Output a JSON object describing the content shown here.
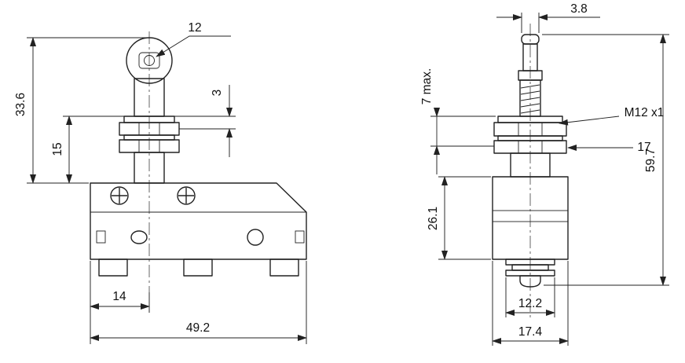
{
  "colors": {
    "line": "#222222",
    "body_fill": "#b3b3b3",
    "band_fill": "#9a9a9a",
    "part_fill": "#e3e3e3",
    "roller_fill": "#cfcfcf",
    "background": "#ffffff"
  },
  "front_view": {
    "dims": {
      "roller_pin": "12",
      "upper_height": "33.6",
      "shaft_exposed": "15",
      "washer_thickness": "3",
      "hole_to_edge": "14",
      "body_width": "49.2"
    }
  },
  "side_view": {
    "dims": {
      "plunger_tip_width": "3.8",
      "travel": "7 max.",
      "thread": "M12 x1",
      "nut_across_flats": "17",
      "overall_height": "59.7",
      "body_height": "26.1",
      "boot_width": "12.2",
      "body_depth": "17.4"
    }
  }
}
